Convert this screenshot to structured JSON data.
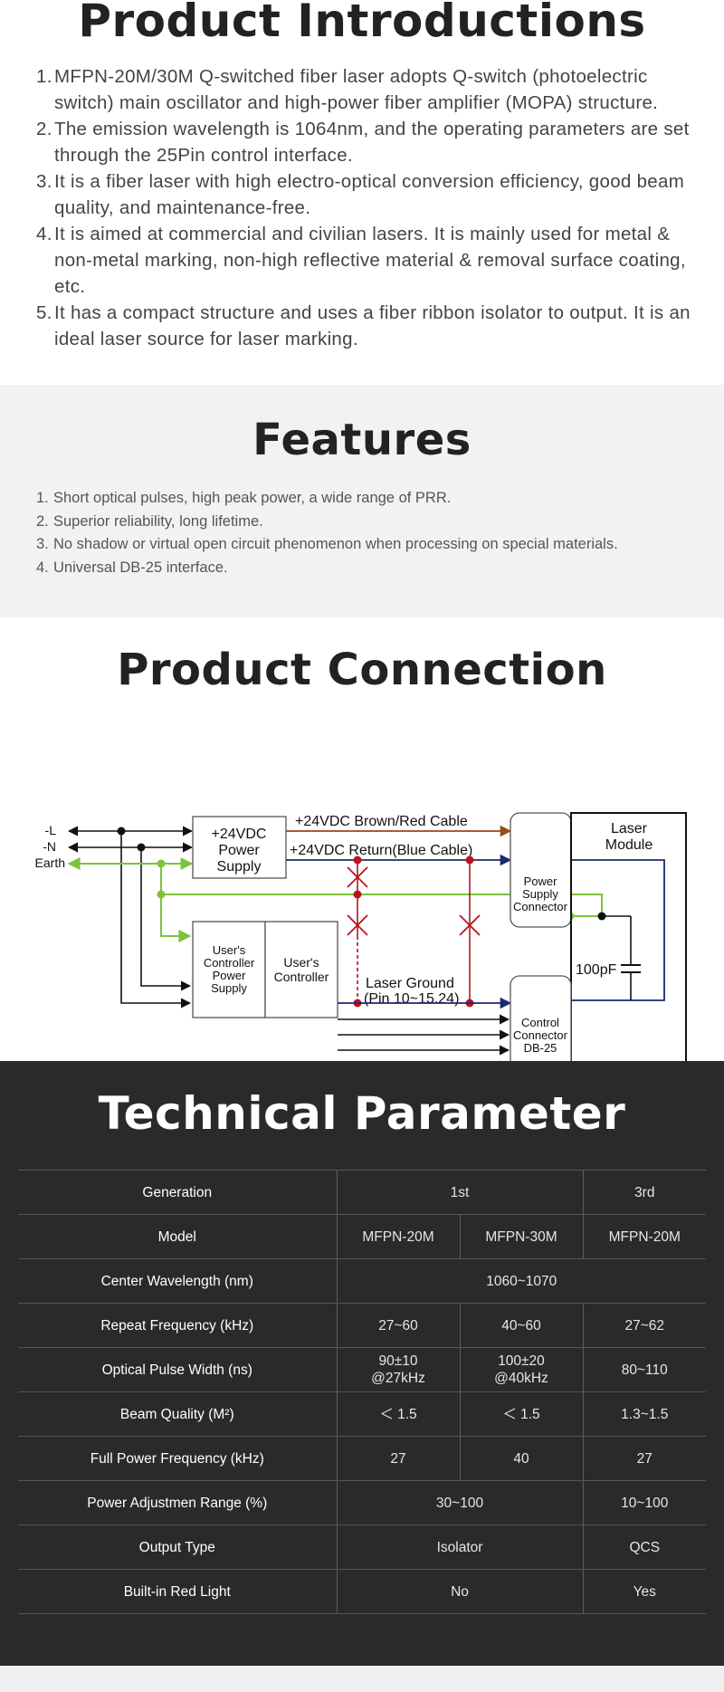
{
  "intro": {
    "title": "Product  Introductions",
    "items": [
      {
        "num": "1.",
        "text": "MFPN-20M/30M Q-switched fiber laser adopts Q-switch (photoelectric switch) main oscillator and high-power fiber amplifier (MOPA) structure."
      },
      {
        "num": "2.",
        "text": "The emission wavelength is 1064nm, and the operating parameters are set through the 25Pin control interface."
      },
      {
        "num": "3.",
        "text": "It is a fiber laser with high electro-optical conversion efficiency, good beam quality, and maintenance-free."
      },
      {
        "num": "4.",
        "text": "It is aimed at commercial and civilian lasers. It is mainly used for metal & non-metal marking, non-high reflective material & removal surface coating, etc."
      },
      {
        "num": "5.",
        "text": "It has a compact structure and uses a fiber ribbon isolator to output. It is an ideal laser source for laser marking."
      }
    ]
  },
  "features": {
    "title": "Features",
    "items": [
      {
        "num": "1.",
        "text": "Short optical pulses, high peak power, a wide range of PRR."
      },
      {
        "num": "2.",
        "text": "Superior reliability, long lifetime."
      },
      {
        "num": "3.",
        "text": "No shadow or virtual open circuit phenomenon when processing on special materials."
      },
      {
        "num": "4.",
        "text": "Universal DB-25 interface."
      }
    ]
  },
  "connection": {
    "title": "Product Connection",
    "diagram": {
      "input_l": "-L",
      "input_n": "-N",
      "input_earth": "Earth",
      "psu_line1": "+24VDC",
      "psu_line2": "Power",
      "psu_line3": "Supply",
      "brown_cable": "+24VDC Brown/Red Cable",
      "blue_cable": "+24VDC Return(Blue Cable)",
      "psc_line1": "Power",
      "psc_line2": "Supply",
      "psc_line3": "Connector",
      "laser_line1": "Laser",
      "laser_line2": "Module",
      "capacitor": "100pF",
      "ground_line1": "Laser Ground",
      "ground_line2": "(Pin 10~15.24)",
      "ucps_line1": "User's",
      "ucps_line2": "Controller",
      "ucps_line3": "Power",
      "ucps_line4": "Supply",
      "uc_line1": "User's",
      "uc_line2": "Controller",
      "cc_line1": "Control",
      "cc_line2": "Connector",
      "cc_line3": "DB-25",
      "colors": {
        "brown": "#9a4a12",
        "blue": "#1a2a6e",
        "green": "#7cc23c",
        "red": "#b8141c",
        "black": "#111111"
      }
    }
  },
  "tech": {
    "title": "Technical Parameter",
    "rows": [
      {
        "label": "Generation",
        "cells": [
          {
            "text": "1st",
            "span": 2
          },
          {
            "text": "3rd",
            "span": 1
          }
        ]
      },
      {
        "label": "Model",
        "cells": [
          {
            "text": "MFPN-20M",
            "span": 1
          },
          {
            "text": "MFPN-30M",
            "span": 1
          },
          {
            "text": "MFPN-20M",
            "span": 1
          }
        ]
      },
      {
        "label": "Center Wavelength (nm)",
        "cells": [
          {
            "text": "1060~1070",
            "span": 3
          }
        ]
      },
      {
        "label": "Repeat Frequency (kHz)",
        "cells": [
          {
            "text": "27~60",
            "span": 1
          },
          {
            "text": "40~60",
            "span": 1
          },
          {
            "text": "27~62",
            "span": 1
          }
        ]
      },
      {
        "label": "Optical Pulse Width (ns)",
        "cells": [
          {
            "text": "90±10\n@27kHz",
            "span": 1
          },
          {
            "text": "100±20\n@40kHz",
            "span": 1
          },
          {
            "text": "80~110",
            "span": 1
          }
        ]
      },
      {
        "label": "Beam Quality (M²)",
        "cells": [
          {
            "text": "＜ 1.5",
            "span": 1
          },
          {
            "text": "＜ 1.5",
            "span": 1
          },
          {
            "text": "1.3~1.5",
            "span": 1
          }
        ]
      },
      {
        "label": "Full Power Frequency (kHz)",
        "cells": [
          {
            "text": "27",
            "span": 1
          },
          {
            "text": "40",
            "span": 1
          },
          {
            "text": "27",
            "span": 1
          }
        ]
      },
      {
        "label": "Power Adjustmen Range (%)",
        "cells": [
          {
            "text": "30~100",
            "span": 2
          },
          {
            "text": "10~100",
            "span": 1
          }
        ]
      },
      {
        "label": "Output Type",
        "cells": [
          {
            "text": "Isolator",
            "span": 2
          },
          {
            "text": "QCS",
            "span": 1
          }
        ]
      },
      {
        "label": "Built-in Red Light",
        "cells": [
          {
            "text": "No",
            "span": 2
          },
          {
            "text": "Yes",
            "span": 1
          }
        ]
      }
    ]
  }
}
